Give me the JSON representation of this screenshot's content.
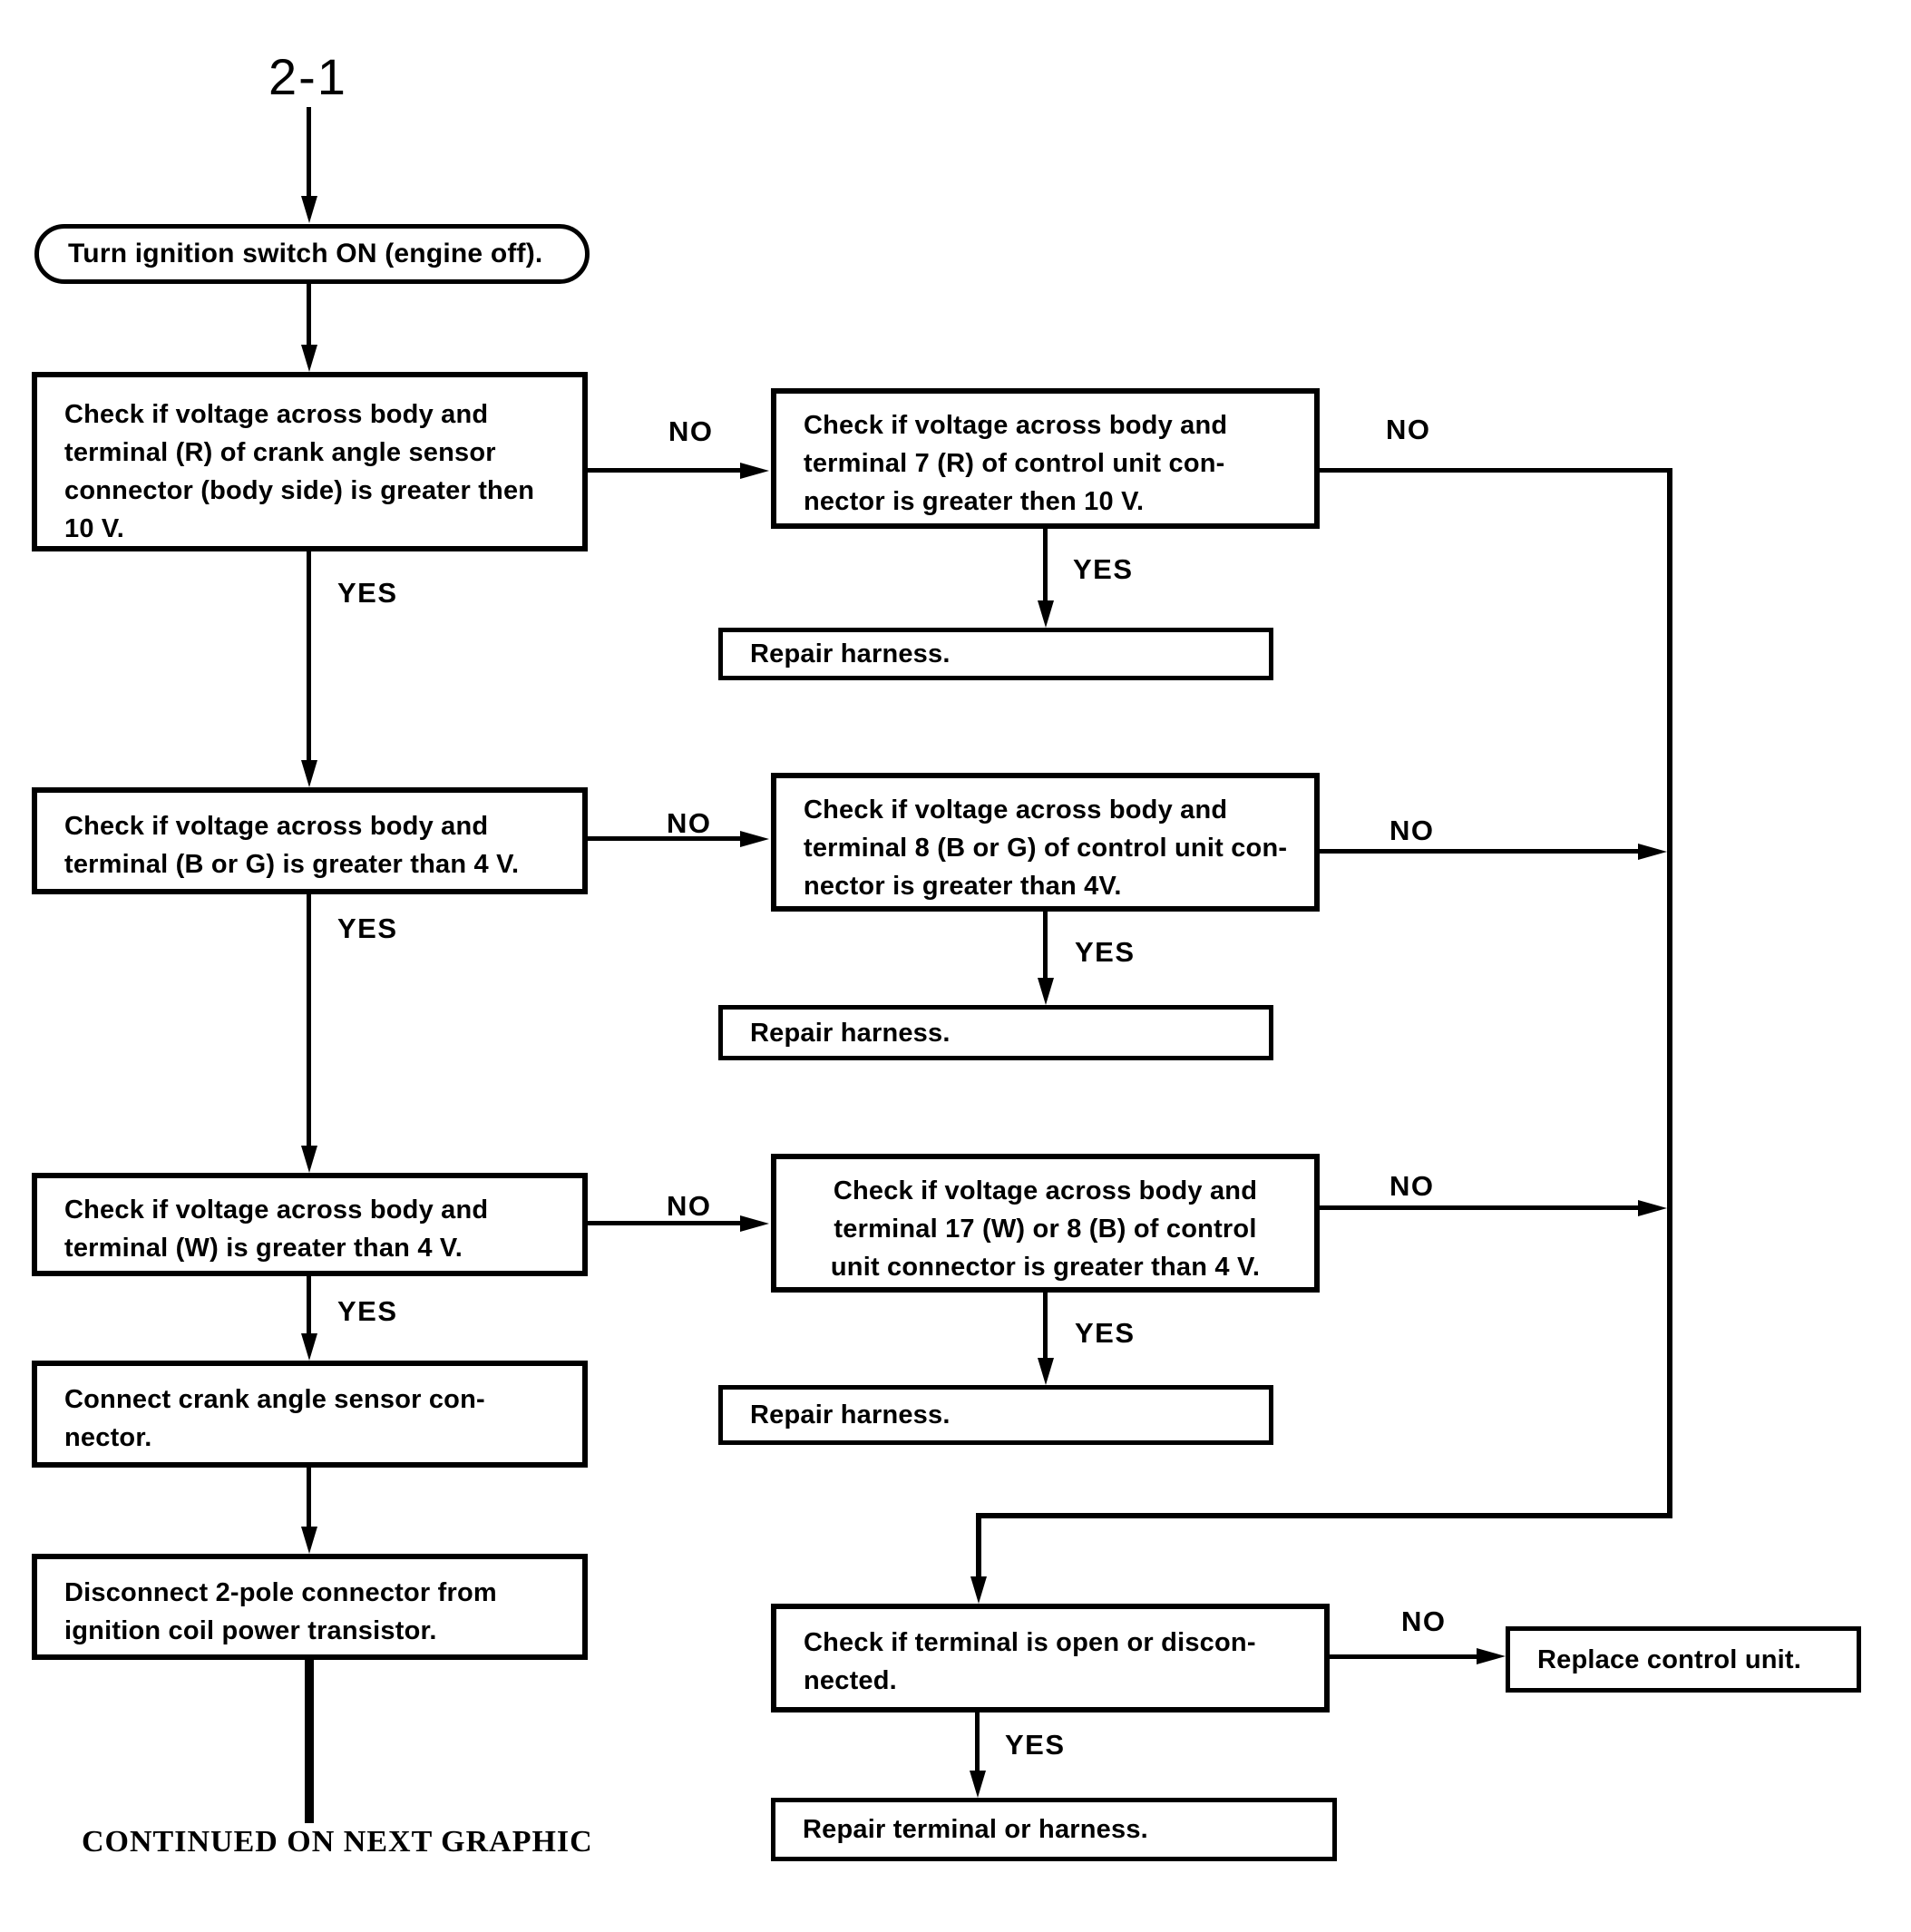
{
  "page_label": "2-1",
  "footer_note": "CONTINUED ON NEXT GRAPHIC",
  "edge_labels": {
    "yes": "YES",
    "no": "NO"
  },
  "nodes": {
    "start": "Turn ignition switch ON (engine off).",
    "check_crank_sensor_10v": "Check if voltage across body and\nterminal (R) of crank angle sensor\nconnector (body side) is greater then\n10 V.",
    "check_b_g_4v": "Check if voltage across body and\nterminal (B or G) is greater than 4 V.",
    "check_w_4v": "Check if voltage across body and\nterminal (W) is greater than 4 V.",
    "connect_crank_sensor": "Connect crank angle sensor con-\nnector.",
    "disconnect_2pole": "Disconnect 2-pole connector from\nignition coil power transistor.",
    "check_cu_7r_10v": "Check if voltage across body and\nterminal 7 (R) of control unit con-\nnector is greater then 10 V.",
    "check_cu_8bg_4v": "Check if voltage across body and\nterminal 8 (B or G) of control unit con-\nnector is greater than 4V.",
    "check_cu_17w_8b_4v": "Check if voltage across body and\nterminal 17 (W) or 8 (B) of control\nunit connector is greater than 4 V.",
    "repair_harness_1": "Repair harness.",
    "repair_harness_2": "Repair harness.",
    "repair_harness_3": "Repair harness.",
    "check_terminal_open": "Check if terminal is open or discon-\nnected.",
    "replace_control_unit": "Replace control unit.",
    "repair_terminal_or_harness": "Repair terminal or harness."
  },
  "edges": [
    {
      "from": "start",
      "to": "check_crank_sensor_10v",
      "label": ""
    },
    {
      "from": "check_crank_sensor_10v",
      "to": "check_b_g_4v",
      "label": "YES"
    },
    {
      "from": "check_crank_sensor_10v",
      "to": "check_cu_7r_10v",
      "label": "NO"
    },
    {
      "from": "check_cu_7r_10v",
      "to": "repair_harness_1",
      "label": "YES"
    },
    {
      "from": "check_cu_7r_10v",
      "to": "check_terminal_open",
      "label": "NO"
    },
    {
      "from": "check_b_g_4v",
      "to": "check_w_4v",
      "label": "YES"
    },
    {
      "from": "check_b_g_4v",
      "to": "check_cu_8bg_4v",
      "label": "NO"
    },
    {
      "from": "check_cu_8bg_4v",
      "to": "repair_harness_2",
      "label": "YES"
    },
    {
      "from": "check_cu_8bg_4v",
      "to": "check_terminal_open",
      "label": "NO"
    },
    {
      "from": "check_w_4v",
      "to": "connect_crank_sensor",
      "label": "YES"
    },
    {
      "from": "check_w_4v",
      "to": "check_cu_17w_8b_4v",
      "label": "NO"
    },
    {
      "from": "check_cu_17w_8b_4v",
      "to": "repair_harness_3",
      "label": "YES"
    },
    {
      "from": "check_cu_17w_8b_4v",
      "to": "check_terminal_open",
      "label": "NO"
    },
    {
      "from": "connect_crank_sensor",
      "to": "disconnect_2pole",
      "label": ""
    },
    {
      "from": "disconnect_2pole",
      "to": "continued_on_next_graphic",
      "label": ""
    },
    {
      "from": "check_terminal_open",
      "to": "replace_control_unit",
      "label": "NO"
    },
    {
      "from": "check_terminal_open",
      "to": "repair_terminal_or_harness",
      "label": "YES"
    }
  ]
}
